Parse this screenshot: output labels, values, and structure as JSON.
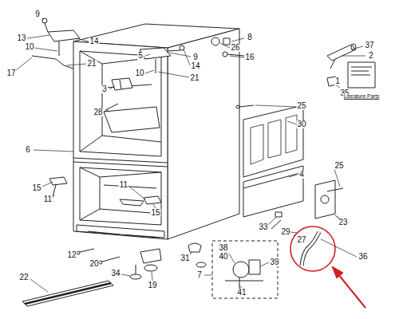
{
  "diagram": {
    "labels": [
      "9",
      "13",
      "14",
      "10",
      "17",
      "21",
      "5",
      "9",
      "10",
      "14",
      "21",
      "8",
      "26",
      "16",
      "37",
      "2",
      "3",
      "28",
      "1",
      "35",
      "Literature Parts",
      "25",
      "30",
      "6",
      "15",
      "11",
      "4",
      "25",
      "11",
      "15",
      "23",
      "33",
      "29",
      "27",
      "12",
      "20",
      "31",
      "38",
      "40",
      "39",
      "36",
      "34",
      "19",
      "7",
      "41",
      "22"
    ]
  }
}
